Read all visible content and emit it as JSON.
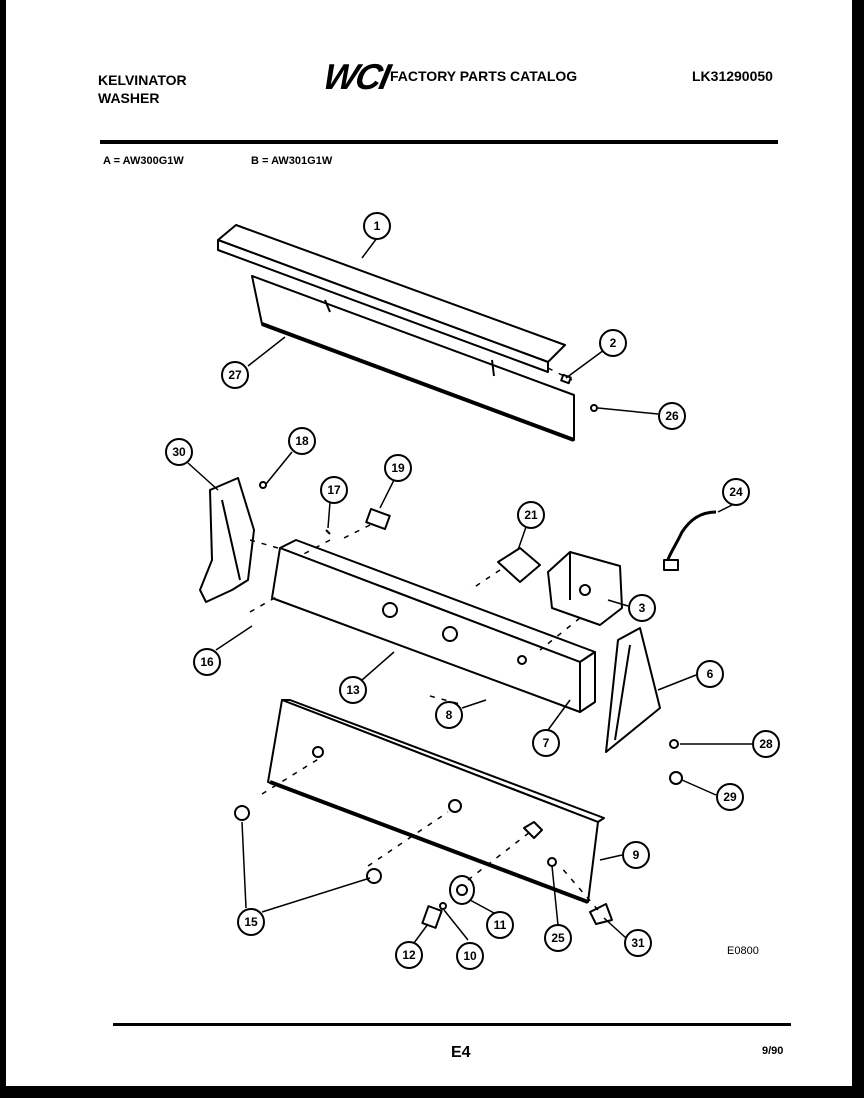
{
  "header": {
    "brand_line1": "KELVINATOR",
    "brand_line2": "WASHER",
    "logo_text": "WCI",
    "catalog_title": "FACTORY PARTS CATALOG",
    "catalog_number": "LK31290050"
  },
  "models": {
    "a": "A = AW300G1W",
    "b": "B = AW301G1W"
  },
  "diagram": {
    "drawing_number": "E0800",
    "callouts": [
      "1",
      "2",
      "27",
      "26",
      "30",
      "18",
      "19",
      "17",
      "21",
      "24",
      "3",
      "16",
      "13",
      "8",
      "7",
      "6",
      "28",
      "29",
      "9",
      "15",
      "11",
      "12",
      "10",
      "25",
      "31"
    ]
  },
  "footer": {
    "page": "E4",
    "date": "9/90"
  }
}
